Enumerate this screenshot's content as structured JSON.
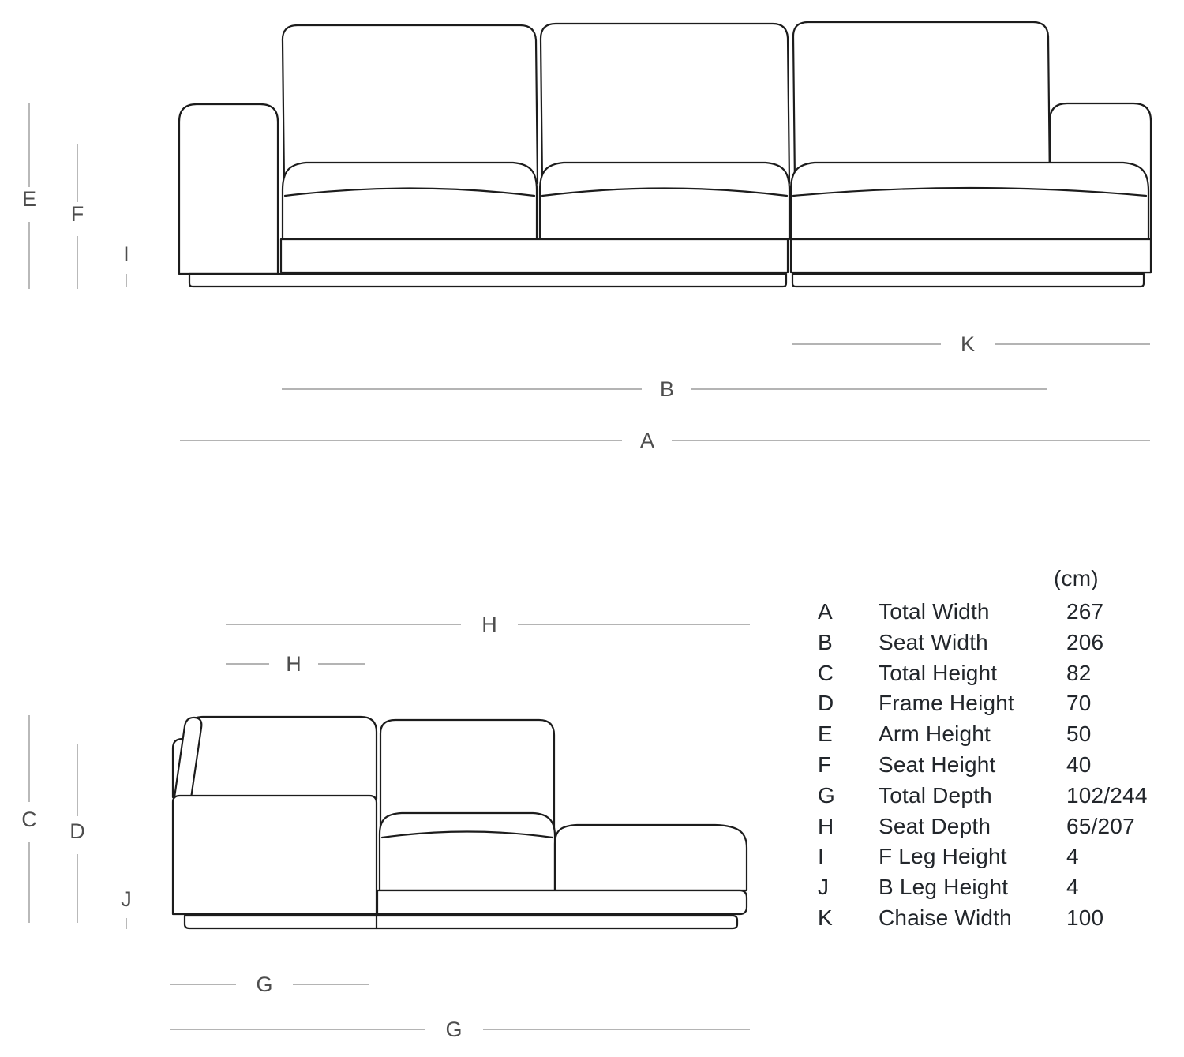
{
  "front_view": {
    "labels": {
      "arm_height": "E",
      "seat_height": "F",
      "front_leg_height": "I",
      "chaise_width": "K",
      "seat_width": "B",
      "total_width": "A"
    }
  },
  "side_view": {
    "labels": {
      "seat_depth_full": "H",
      "seat_depth_sofa": "H",
      "total_height": "C",
      "frame_height": "D",
      "back_leg_height": "J",
      "total_depth_sofa": "G",
      "total_depth_full": "G"
    }
  },
  "spec_table": {
    "units_label": "(cm)",
    "rows": [
      {
        "key": "A",
        "name": "Total Width",
        "value": "267"
      },
      {
        "key": "B",
        "name": "Seat Width",
        "value": "206"
      },
      {
        "key": "C",
        "name": "Total Height",
        "value": "82"
      },
      {
        "key": "D",
        "name": "Frame Height",
        "value": "70"
      },
      {
        "key": "E",
        "name": "Arm Height",
        "value": "50"
      },
      {
        "key": "F",
        "name": "Seat Height",
        "value": "40"
      },
      {
        "key": "G",
        "name": "Total Depth",
        "value": "102/244"
      },
      {
        "key": "H",
        "name": "Seat Depth",
        "value": "65/207"
      },
      {
        "key": "I",
        "name": "F Leg Height",
        "value": "4"
      },
      {
        "key": "J",
        "name": "B Leg Height",
        "value": "4"
      },
      {
        "key": "K",
        "name": "Chaise Width",
        "value": "100"
      }
    ]
  },
  "colors": {
    "outline": "#1c1c1c",
    "dimension_line": "#9b9b9b",
    "dimension_text": "#4d4d4d",
    "table_text": "#22262b",
    "background": "#ffffff"
  }
}
